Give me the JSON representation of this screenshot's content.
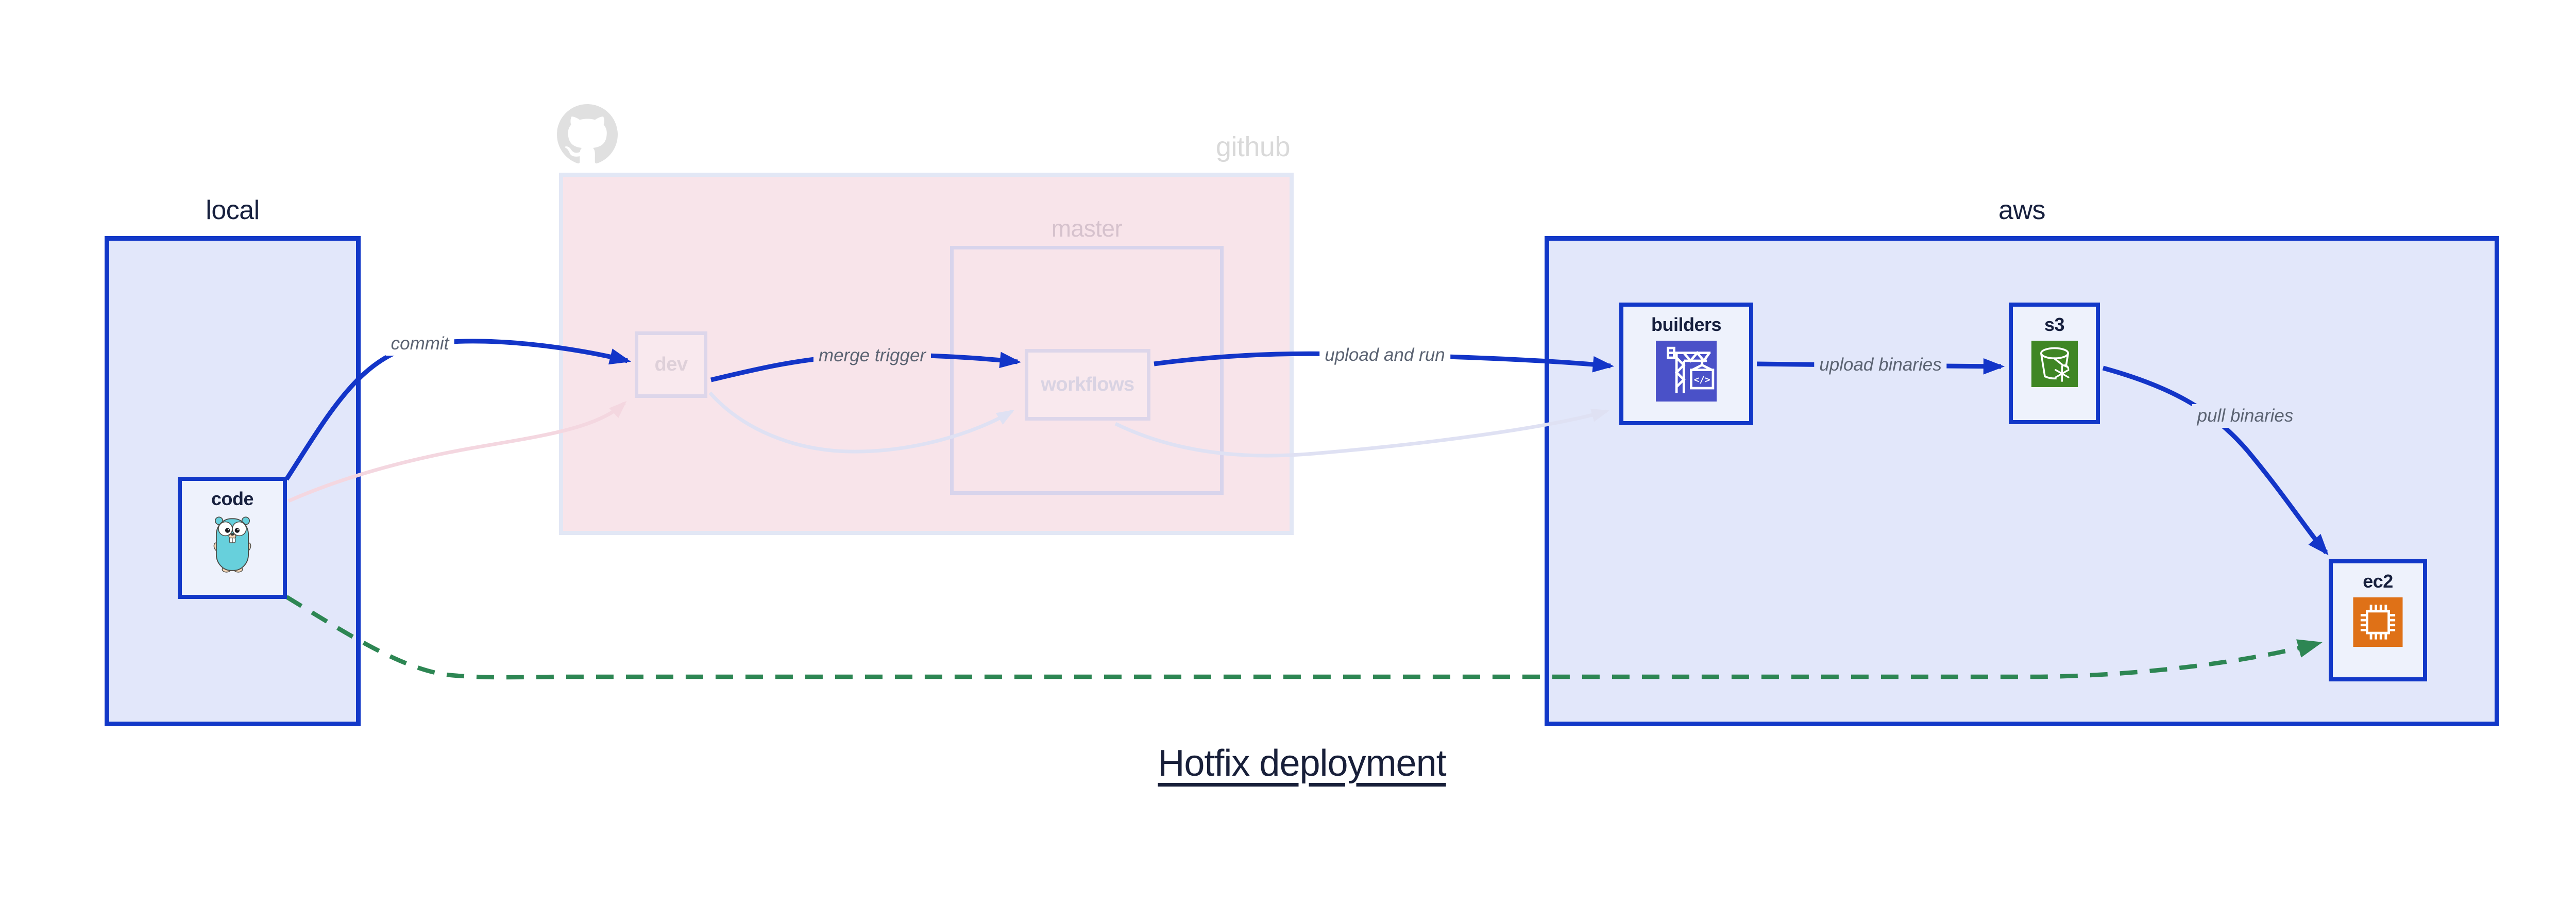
{
  "title": "Hotfix deployment",
  "containers": {
    "local": {
      "label": "local"
    },
    "github": {
      "label": "github",
      "master_label": "master",
      "logo_icon": "github-octocat-icon"
    },
    "aws": {
      "label": "aws"
    }
  },
  "nodes": {
    "code": {
      "label": "code",
      "icon": "go-gopher-icon"
    },
    "dev": {
      "label": "dev"
    },
    "workflows": {
      "label": "workflows"
    },
    "builders": {
      "label": "builders",
      "icon": "codebuild-crane-icon",
      "icon_glyph": "</>"
    },
    "s3": {
      "label": "s3",
      "icon": "s3-glacier-bucket-icon"
    },
    "ec2": {
      "label": "ec2",
      "icon": "ec2-chip-icon"
    }
  },
  "edges": {
    "commit": {
      "label": "commit",
      "style": "solid-blue"
    },
    "merge_trigger": {
      "label": "merge trigger",
      "style": "solid-blue"
    },
    "upload_and_run": {
      "label": "upload and run",
      "style": "solid-blue"
    },
    "upload_binaries": {
      "label": "upload binaries",
      "style": "solid-blue"
    },
    "pull_binaries": {
      "label": "pull binaries",
      "style": "solid-blue"
    },
    "hotfix_path": {
      "label": "",
      "style": "dashed-green"
    },
    "faded_code_to_dev": {
      "label": "",
      "style": "faded-pink"
    },
    "faded_dev_to_workflows": {
      "label": "",
      "style": "faded-lavender"
    },
    "faded_workflows_to_builders": {
      "label": "",
      "style": "faded-lavender"
    }
  },
  "colors": {
    "accent_blue": "#1238c8",
    "edge_blue": "#1335c8",
    "edge_green": "#2d8653",
    "edge_faded_pink": "#f4d7e0",
    "edge_faded_lavender": "#dfe1f3",
    "container_fill": "#e2e7fa",
    "node_fill": "#eef2fc",
    "github_fill": "#f8e4ea",
    "github_border": "#e2e7f5",
    "master_border": "#d8d4ec",
    "faded_node_fill": "#f9e9ee",
    "faded_node_border": "#ddd6ea",
    "dark_navy": "#17203e",
    "label_gray": "#5b6372",
    "title_color": "#181f39",
    "github_gray": "#d9d9d9",
    "octocat_gray": "#e0e0e0",
    "master_label": "#d6c2cd",
    "dev_label": "#ded0d9",
    "workflows_label": "#d9d3e3",
    "codebuild_indigo": "#4a51c8",
    "s3_green": "#3f8624",
    "ec2_orange": "#df7117",
    "gopher_teal": "#67d0dc",
    "gopher_beige": "#f7d8b8"
  }
}
